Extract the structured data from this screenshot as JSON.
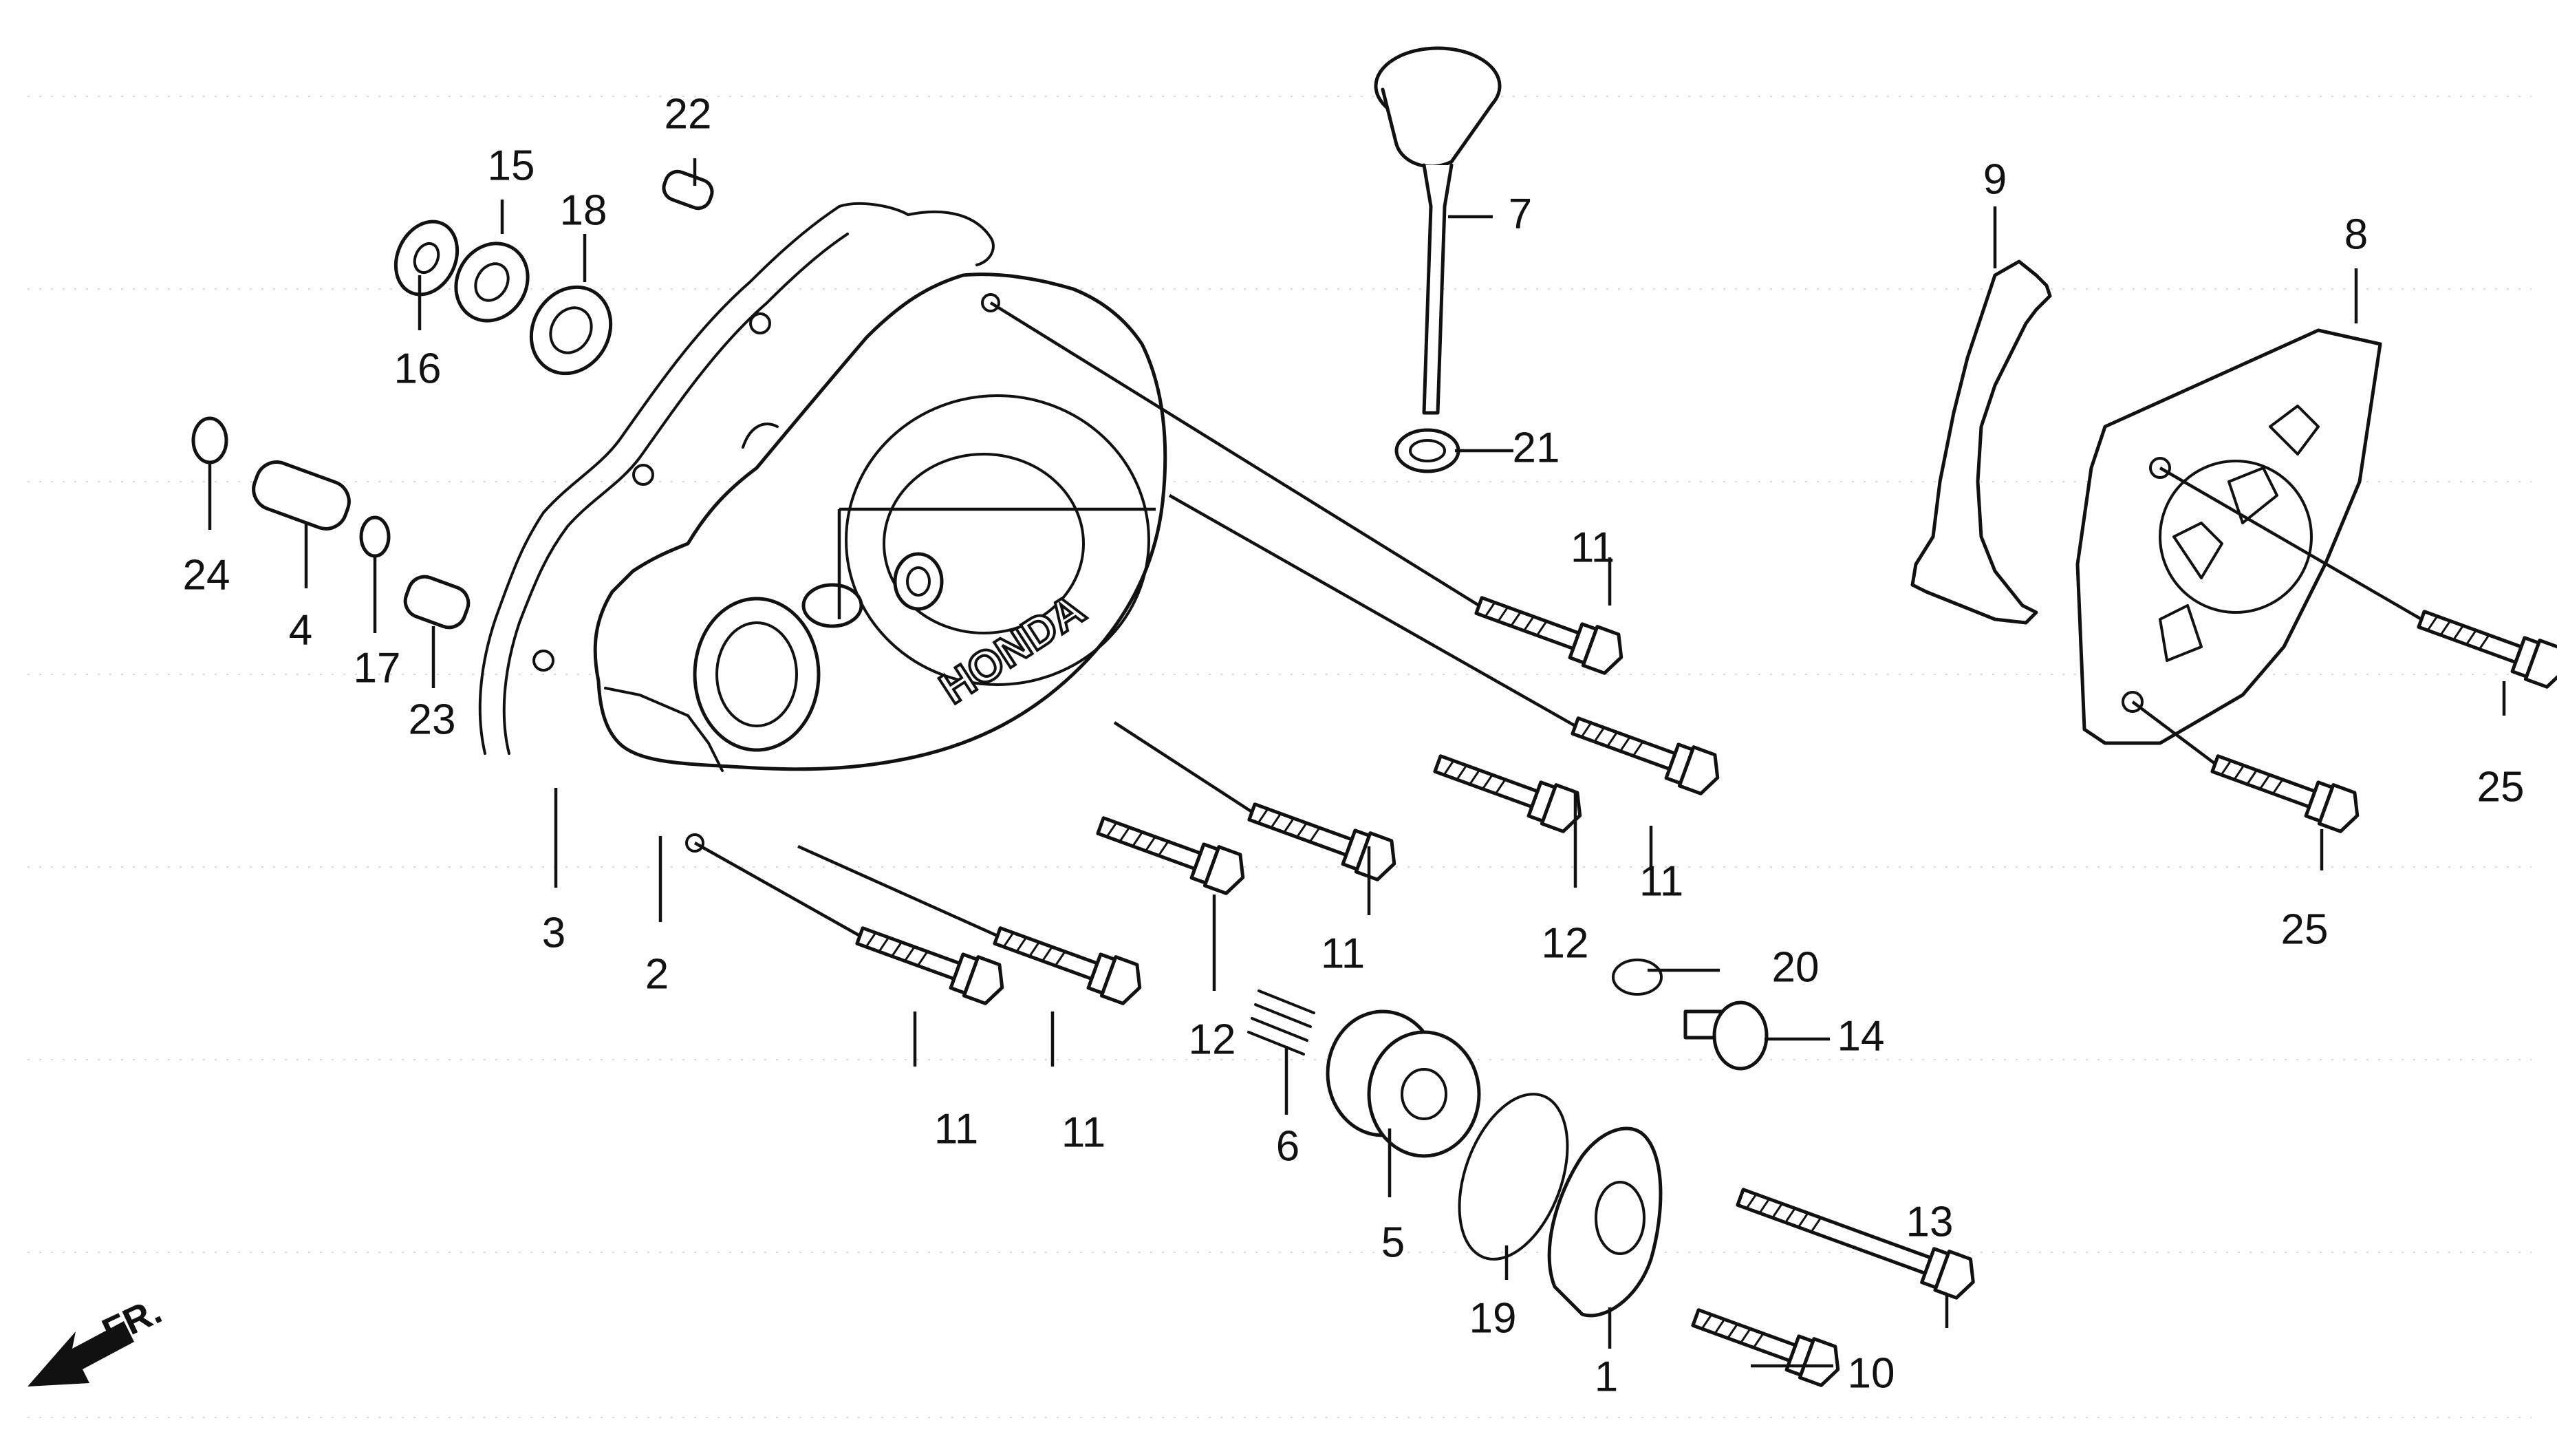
{
  "diagram": {
    "logo": "HONDA",
    "direction_indicator": "FR.",
    "callouts": [
      {
        "id": "c1",
        "label": "1"
      },
      {
        "id": "c2",
        "label": "2"
      },
      {
        "id": "c3",
        "label": "3"
      },
      {
        "id": "c4",
        "label": "4"
      },
      {
        "id": "c5",
        "label": "5"
      },
      {
        "id": "c6",
        "label": "6"
      },
      {
        "id": "c7",
        "label": "7"
      },
      {
        "id": "c8",
        "label": "8"
      },
      {
        "id": "c9",
        "label": "9"
      },
      {
        "id": "c10",
        "label": "10"
      },
      {
        "id": "c11a",
        "label": "11"
      },
      {
        "id": "c11b",
        "label": "11"
      },
      {
        "id": "c11c",
        "label": "11"
      },
      {
        "id": "c11d",
        "label": "11"
      },
      {
        "id": "c11e",
        "label": "11"
      },
      {
        "id": "c12a",
        "label": "12"
      },
      {
        "id": "c12b",
        "label": "12"
      },
      {
        "id": "c13",
        "label": "13"
      },
      {
        "id": "c14",
        "label": "14"
      },
      {
        "id": "c15",
        "label": "15"
      },
      {
        "id": "c16",
        "label": "16"
      },
      {
        "id": "c17",
        "label": "17"
      },
      {
        "id": "c18",
        "label": "18"
      },
      {
        "id": "c19",
        "label": "19"
      },
      {
        "id": "c20",
        "label": "20"
      },
      {
        "id": "c21",
        "label": "21"
      },
      {
        "id": "c22",
        "label": "22"
      },
      {
        "id": "c23",
        "label": "23"
      },
      {
        "id": "c24",
        "label": "24"
      },
      {
        "id": "c25a",
        "label": "25"
      },
      {
        "id": "c25b",
        "label": "25"
      }
    ]
  }
}
